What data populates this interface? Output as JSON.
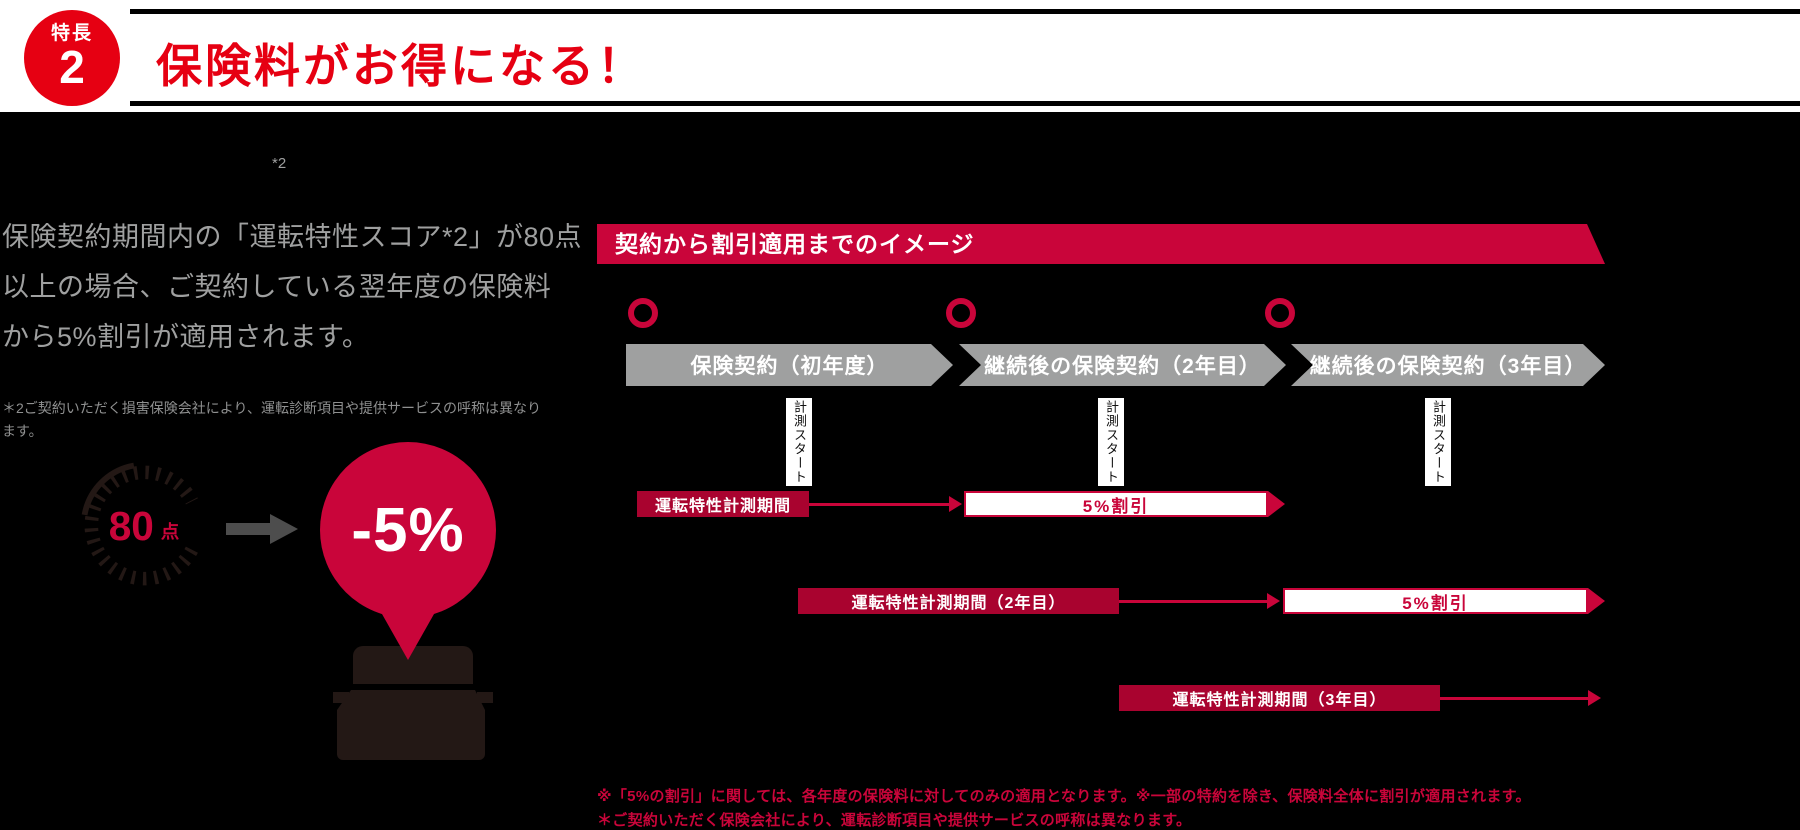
{
  "colors": {
    "title_red": "#e60012",
    "accent_red": "#c9053a",
    "deep_red": "#a9032f",
    "bar_gray": "#9fa0a0",
    "text_gray": "#9fa0a0",
    "ink": "#231815",
    "white": "#ffffff"
  },
  "badge": {
    "label": "特長",
    "number": "2"
  },
  "title": "保険料がお得になる！",
  "intro": {
    "superscript": "*2",
    "line1": "保険契約期間内の「運転特性スコア*2」が80点",
    "line2": "以上の場合、ご契約している翌年度の保険料",
    "line3": "から5%割引が適用されます。",
    "note1": "＊2ご契約いただく損害保険会社により、運転診断項目や提供サービスの呼称は異なり",
    "note2": "ます。"
  },
  "score": {
    "value": "80",
    "unit": "点",
    "discount": "-5%"
  },
  "diagram": {
    "banner": "契約から割引適用までのイメージ",
    "bar1": "保険契約（初年度）",
    "bar2": "継続後の保険契約（2年目）",
    "bar3": "継続後の保険契約（3年目）",
    "vlabel": "計測スタート",
    "measure1": "運転特性計測期間",
    "measure2": "運転特性計測期間（2年目）",
    "measure3": "運転特性計測期間（3年目）",
    "discount": "5%割引",
    "note1": "※「5%の割引」に関しては、各年度の保険料に対してのみの適用となります。※一部の特約を除き、保険料全体に割引が適用されます。",
    "note2": "＊ご契約いただく保険会社により、運転診断項目や提供サービスの呼称は異なります。"
  }
}
